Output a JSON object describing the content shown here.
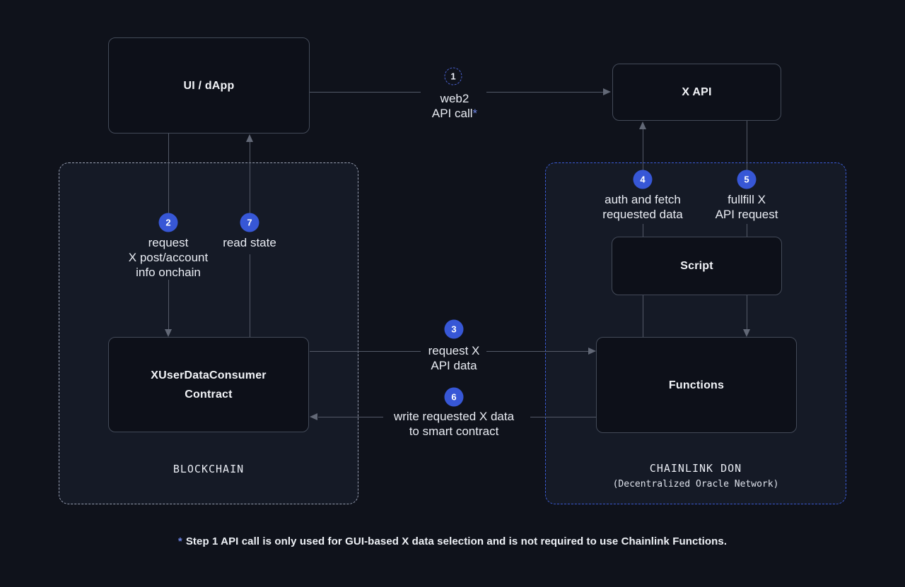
{
  "diagram": {
    "nodes": {
      "ui_dapp": {
        "label": "UI / dApp"
      },
      "x_api": {
        "label": "X API"
      },
      "script": {
        "label": "Script"
      },
      "functions": {
        "label": "Functions"
      },
      "contract": {
        "lines": [
          "XUserDataConsumer",
          "Contract"
        ]
      }
    },
    "zones": {
      "blockchain": {
        "label": "BLOCKCHAIN"
      },
      "chainlink_don": {
        "label": "CHAINLINK DON",
        "sublabel": "(Decentralized Oracle Network)"
      }
    },
    "steps": [
      {
        "num": "1",
        "lines": [
          "web2",
          "API call"
        ],
        "asterisk": "*"
      },
      {
        "num": "2",
        "lines": [
          "request",
          "X post/account",
          "info onchain"
        ]
      },
      {
        "num": "3",
        "lines": [
          "request X",
          "API data"
        ]
      },
      {
        "num": "4",
        "lines": [
          "auth and fetch",
          "requested data"
        ]
      },
      {
        "num": "5",
        "lines": [
          "fullfill X",
          "API request"
        ]
      },
      {
        "num": "6",
        "lines": [
          "write requested X data",
          "to smart contract"
        ]
      },
      {
        "num": "7",
        "lines": [
          "read state"
        ]
      }
    ],
    "footnote": {
      "asterisk": "*",
      "text": "Step 1 API call is only used for GUI-based X data selection and is not required to use Chainlink Functions."
    },
    "colors": {
      "accent_blue": "#3757D6",
      "zone_dash_blue": "#3B5BD6",
      "zone_dash_light": "#9AA1B4",
      "background": "#0F121B"
    }
  }
}
